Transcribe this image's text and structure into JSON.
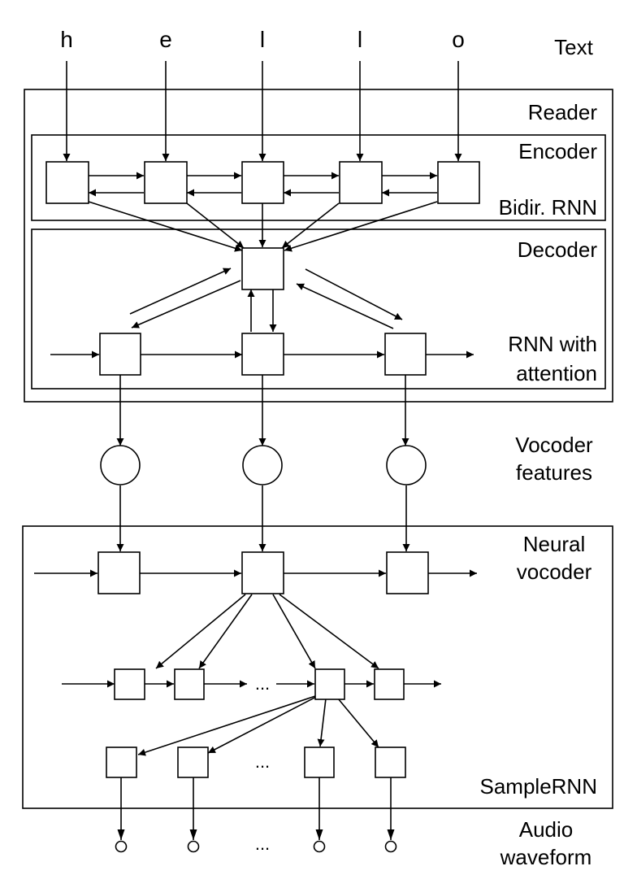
{
  "input_text": [
    "h",
    "e",
    "l",
    "l",
    "o"
  ],
  "labels": {
    "text": "Text",
    "reader": "Reader",
    "encoder": "Encoder",
    "bidir_rnn": "Bidir. RNN",
    "decoder": "Decoder",
    "rnn_with": "RNN with",
    "attention": "attention",
    "vocoder": "Vocoder",
    "features": "features",
    "neural": "Neural",
    "vocoder2": "vocoder",
    "samplernn": "SampleRNN",
    "audio": "Audio",
    "waveform": "waveform"
  },
  "ellipsis": "..."
}
